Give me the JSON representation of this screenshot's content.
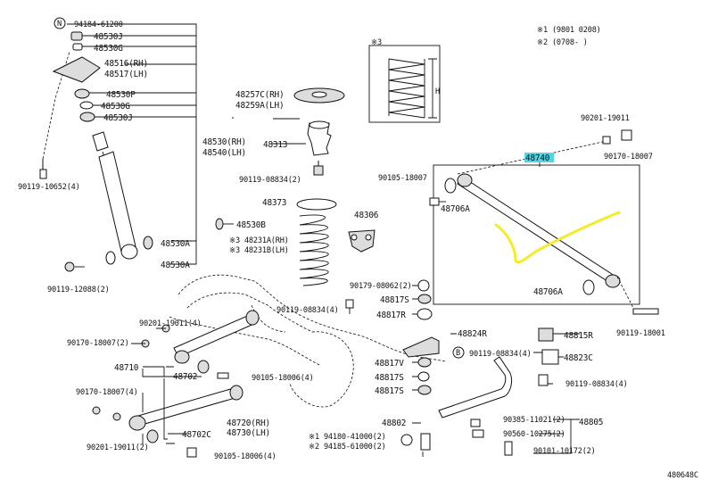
{
  "top_right": {
    "note1": "※1 (9801  0208)",
    "note2": "※2 (0708-     )",
    "inset_mark": "※3",
    "inset_dim": "H"
  },
  "labels": {
    "p94184": "94184-61200",
    "p48530J_top": "48530J",
    "p48530G_top": "48530G",
    "p48516": "48516(RH)",
    "p48517": "48517(LH)",
    "p48530P": "48530P",
    "p48530G_mid": "48530G",
    "p48530J_mid": "48530J",
    "p48530rh": "48530(RH)",
    "p48540lh": "48540(LH)",
    "p90119_10652": "90119-10652(4)",
    "p48530B": "48530B",
    "p48530A_1": "48530A",
    "p48530A_2": "48530A",
    "p90119_12088": "90119-12088(2)",
    "p48257C": "48257C(RH)",
    "p48259A": "48259A(LH)",
    "p48313": "48313",
    "p90119_08834_a": "90119-08834(2)",
    "p48373": "48373",
    "p48231A": "※3 48231A(RH)",
    "p48231B": "※3 48231B(LH)",
    "p48306": "48306",
    "p90119_08834_b": "90119-08834(4)",
    "p90179_08062": "90179-08062(2)",
    "p48817S_a": "48817S",
    "p48817R": "48817R",
    "p48824R": "48824R",
    "p48817V": "48817V",
    "p48817S_b": "48817S",
    "p48817S_c": "48817S",
    "p48802": "48802",
    "p94180": "※1 94180-41000(2)",
    "p94185": "※2 94185-61000(2)",
    "p48740": "48740",
    "p90201_19011_top": "90201-19011",
    "p90170_18007_top": "90170-18007",
    "p90105_18007": "90105-18007",
    "p48706A_1": "48706A",
    "p48706A_2": "48706A",
    "p90119_18001": "90119-18001",
    "p48815R": "48815R",
    "p90119_08834_c": "90119-08834(4)",
    "p48823C": "48823C",
    "p90119_08834_d": "90119-08834(4)",
    "p90385": "90385-11021(2)",
    "p48805": "48805",
    "p90560": "90560-10275(2)",
    "p90101": "90101-10172(2)",
    "p90201_19011_4": "90201-19011(4)",
    "p90170_18007_2": "90170-18007(2)",
    "p48710": "48710",
    "p48702": "48702",
    "p90105_18006_a": "90105-18006(4)",
    "p90170_18007_4": "90170-18007(4)",
    "p48720": "48720(RH)",
    "p48730": "48730(LH)",
    "p48702C": "48702C",
    "p90201_19011_2": "90201-19011(2)",
    "p90105_18006_b": "90105-18006(4)",
    "circN": "N",
    "circB": "B",
    "code": "480648C"
  },
  "colors": {
    "highlight": "#52d6e6",
    "annotation": "#f2ec2a",
    "ink": "#111111"
  }
}
